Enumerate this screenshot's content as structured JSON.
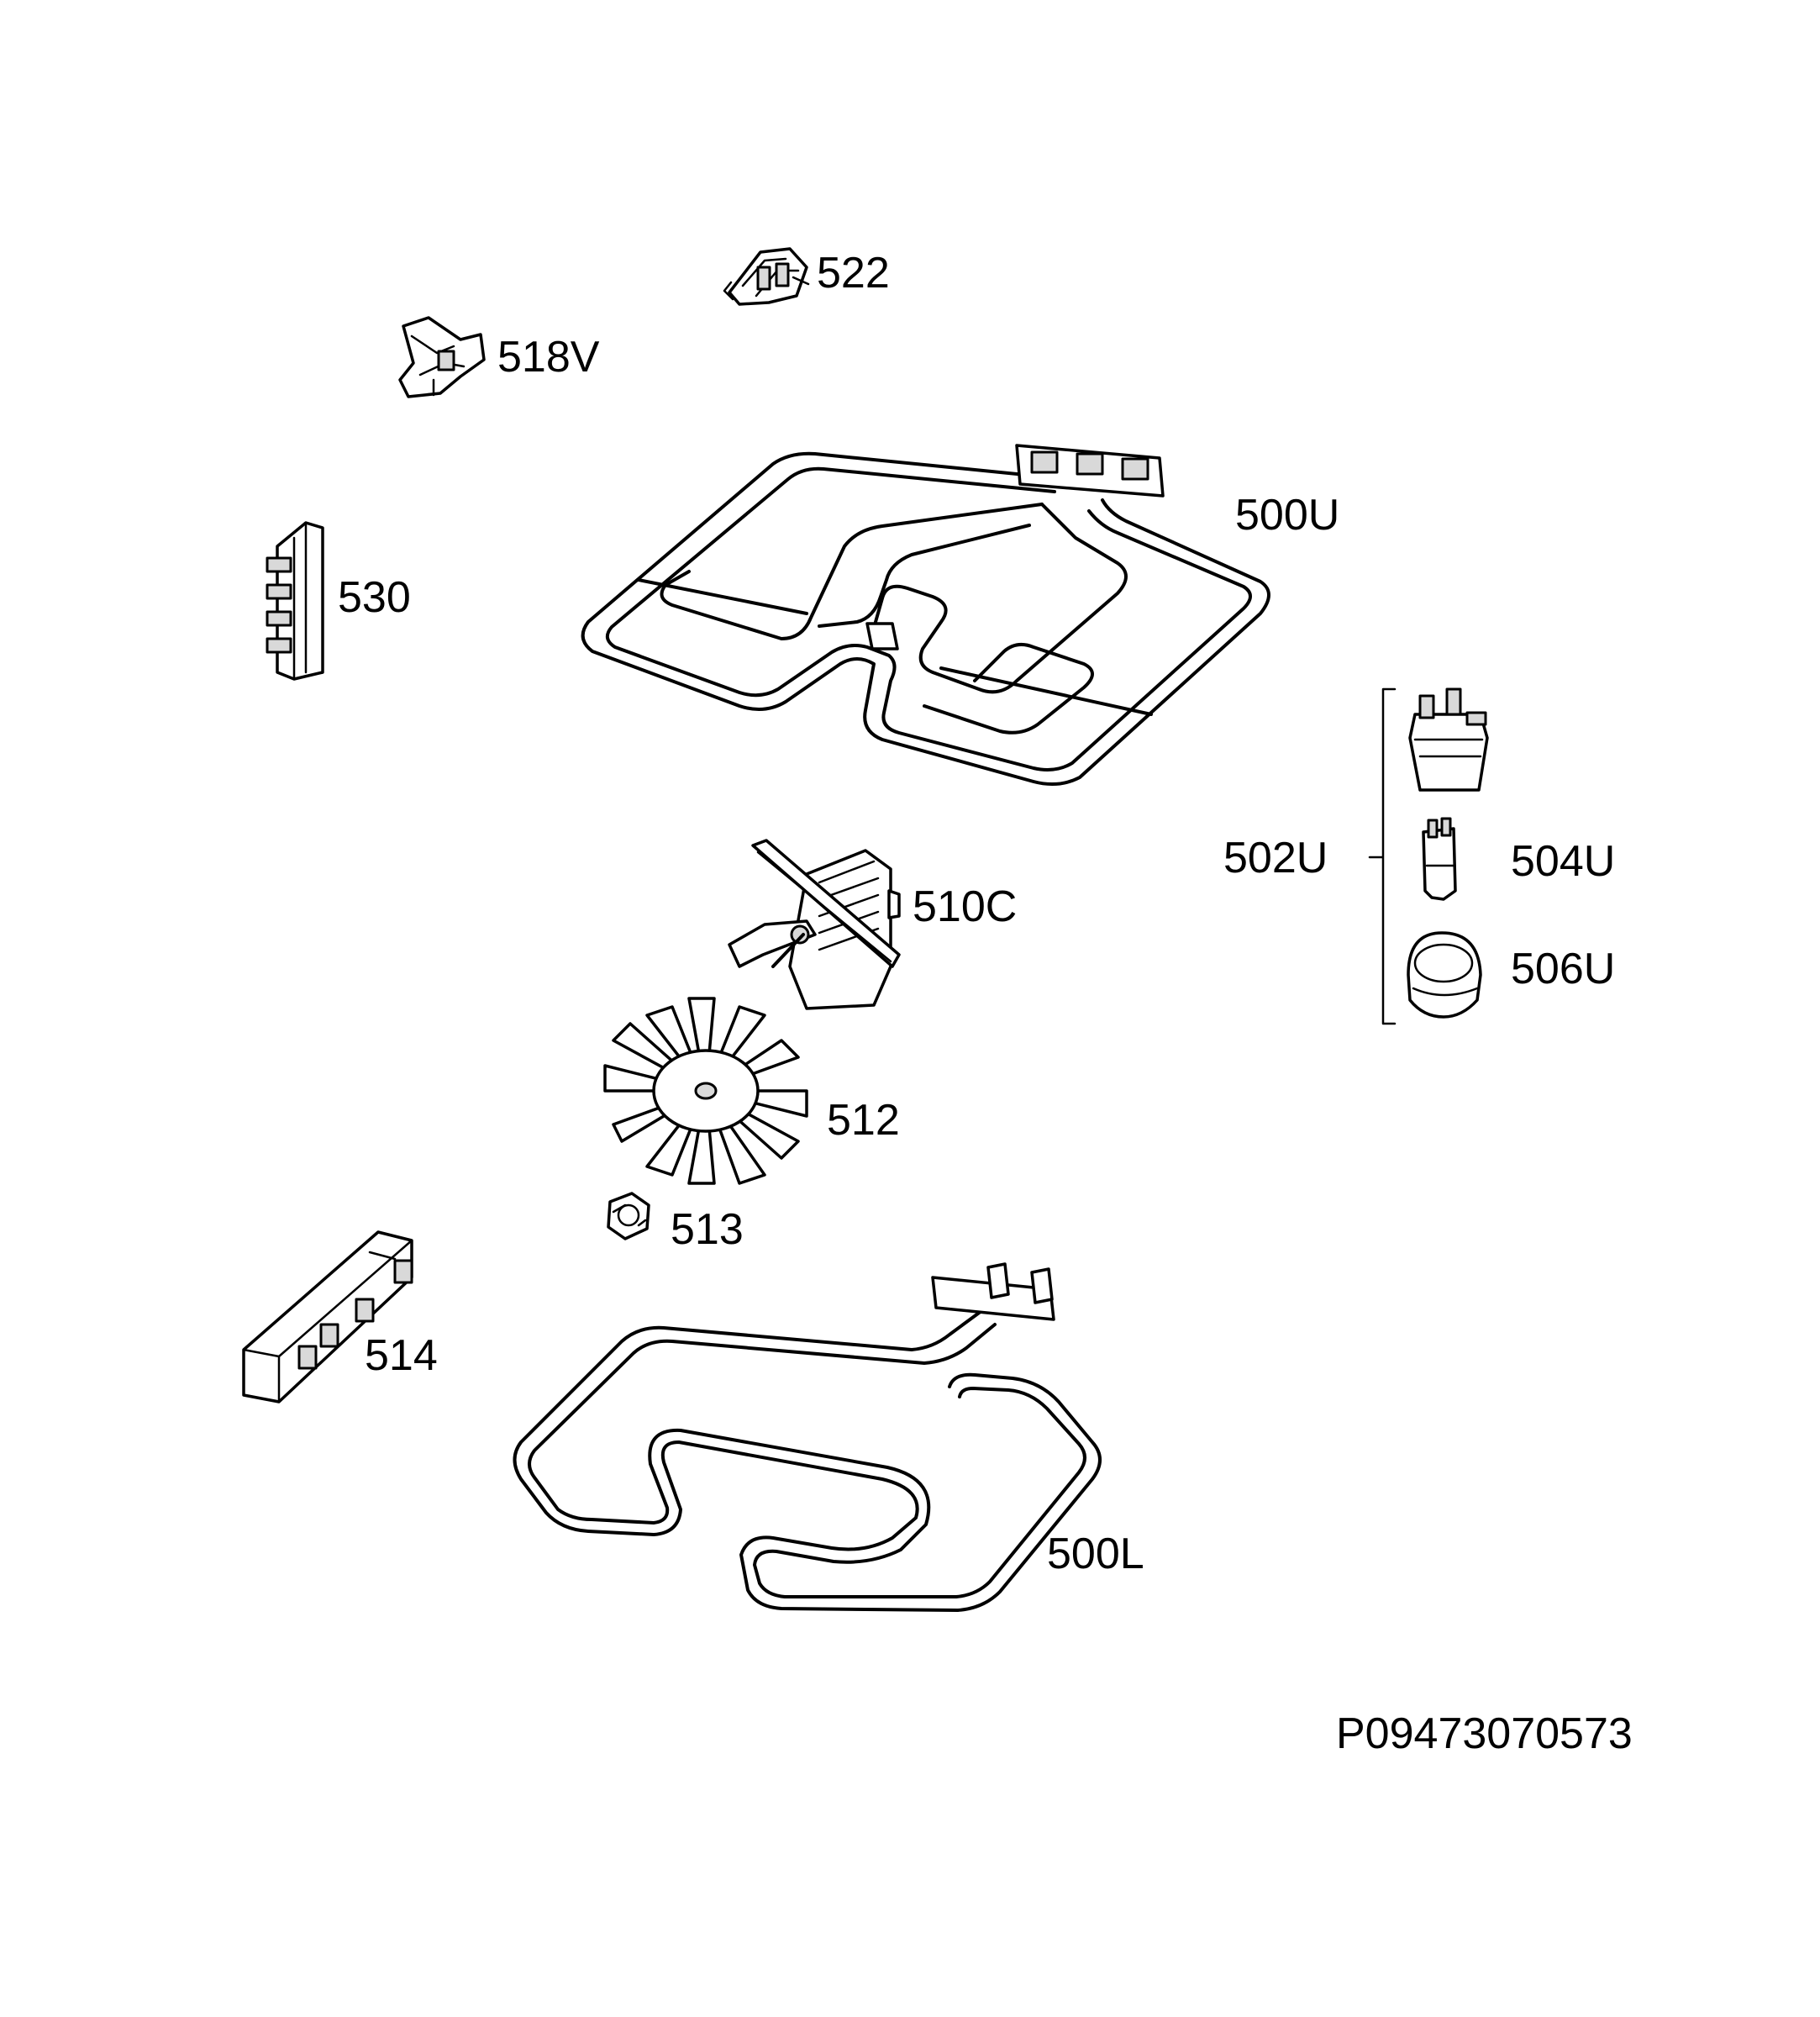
{
  "labels": {
    "p522": "522",
    "p518v": "518V",
    "p500u": "500U",
    "p530": "530",
    "p502u": "502U",
    "p504u": "504U",
    "p506u": "506U",
    "p510c": "510C",
    "p512": "512",
    "p513": "513",
    "p514": "514",
    "p500l": "500L"
  },
  "reference_code": "P09473070573"
}
